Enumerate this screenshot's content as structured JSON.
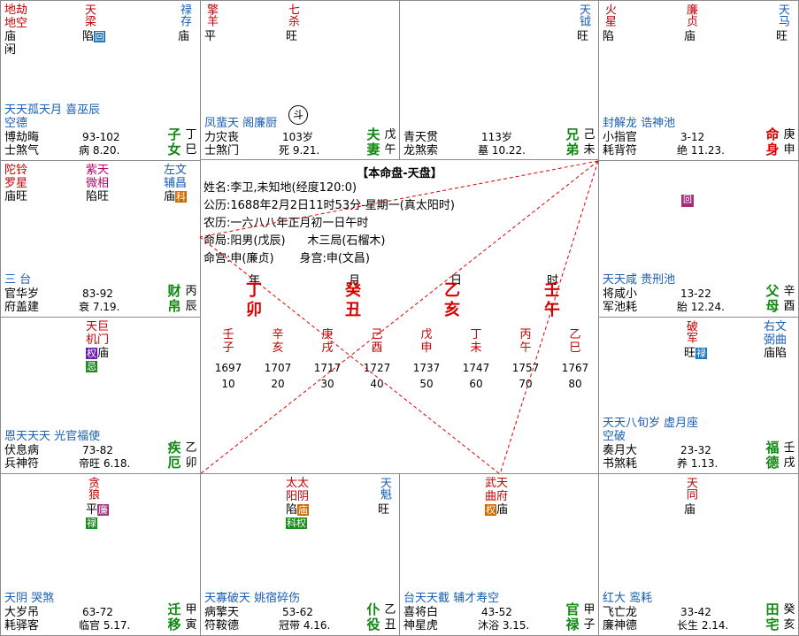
{
  "cells": {
    "si": {
      "stars_left": [
        {
          "nm": "地劫",
          "br": "庙"
        },
        {
          "nm": "地空",
          "br": "闲"
        }
      ],
      "stars_mid": [
        {
          "nm": "天梁",
          "br": "陷",
          "tag": "回"
        }
      ],
      "stars_right": [
        {
          "nm": "禄存",
          "br": "庙"
        }
      ],
      "minor": "天天孤天月 喜巫辰空德",
      "bot1": "博劫晦",
      "bot2": "士煞气",
      "age": "93-102",
      "phase": "病 8.20.",
      "palace": "子女",
      "gz1": "丁",
      "gz2": "巳"
    },
    "wu": {
      "stars_left": [
        {
          "nm": "擎羊",
          "br": "平"
        }
      ],
      "stars_mid": [
        {
          "nm": "七杀",
          "br": "旺"
        }
      ],
      "minor": "凤蜚天 阁廉厨",
      "bot1": "力灾丧",
      "bot2": "士煞门",
      "age": "103岁",
      "phase": "死 9.21.",
      "palace": "夫妻",
      "gz1": "戊",
      "gz2": "午",
      "circ": "斗"
    },
    "wei": {
      "stars_right": [
        {
          "nm": "天钺",
          "br": "旺"
        }
      ],
      "minor": "",
      "bot1": "青天贯",
      "bot2": "龙煞索",
      "age": "113岁",
      "phase": "墓 10.22.",
      "palace": "兄弟",
      "gz1": "己",
      "gz2": "未"
    },
    "shen": {
      "stars_left": [
        {
          "nm": "火星",
          "br": "陷"
        }
      ],
      "stars_mid": [
        {
          "nm": "廉贞",
          "br": "庙"
        }
      ],
      "stars_right": [
        {
          "nm": "天马",
          "br": "旺"
        }
      ],
      "minor": "封解龙 诰神池",
      "bot1": "小指官",
      "bot2": "耗背符",
      "age": "3-12",
      "phase": "绝 11.23.",
      "palace": "命身",
      "gz1": "庚",
      "gz2": "申"
    },
    "chen": {
      "stars_left": [
        {
          "nm": "陀铃",
          "br": "庙旺"
        },
        {
          "nm": "罗星",
          "br": ""
        }
      ],
      "stars_mid": [
        {
          "nm": "紫天",
          "br": "陷旺"
        },
        {
          "nm": "微相",
          "br": ""
        }
      ],
      "stars_right": [
        {
          "nm": "左文",
          "br": "庙"
        },
        {
          "nm": "辅昌",
          "br": ""
        }
      ],
      "minor": "三 台",
      "bot1": "官华岁",
      "bot2": "府盖建",
      "age": "83-92",
      "phase": "衰 7.19.",
      "palace": "财帛",
      "gz1": "丙",
      "gz2": "辰"
    },
    "you": {
      "minor": "天天咸 贵刑池",
      "bot1": "将咸小",
      "bot2": "军池耗",
      "age": "13-22",
      "phase": "胎 12.24.",
      "palace": "父母",
      "gz1": "辛",
      "gz2": "酉",
      "mark": "回"
    },
    "mao": {
      "stars_mid": [
        {
          "nm": "天巨",
          "br": "庙"
        },
        {
          "nm": "机门",
          "br": ""
        }
      ],
      "minor": "恩天天天 光官福使",
      "bot1": "伏息病",
      "bot2": "兵神符",
      "age": "73-82",
      "phase": "帝旺 6.18.",
      "palace": "疾厄",
      "gz1": "乙",
      "gz2": "卯"
    },
    "xu": {
      "stars_mid": [
        {
          "nm": "破军",
          "br": "旺"
        }
      ],
      "stars_right": [
        {
          "nm": "右文",
          "br": "庙陷"
        },
        {
          "nm": "弼曲",
          "br": ""
        }
      ],
      "minor": "天天八旬岁 虚月座空破",
      "bot1": "奏月大",
      "bot2": "书煞耗",
      "age": "23-32",
      "phase": "养 1.13.",
      "palace": "福德",
      "gz1": "壬",
      "gz2": "戌"
    },
    "yin": {
      "stars_mid": [
        {
          "nm": "贪狼",
          "br": "平"
        }
      ],
      "minor": "天阴 哭煞",
      "bot1": "大岁吊",
      "bot2": "耗驿客",
      "age": "63-72",
      "phase": "临官 5.17.",
      "palace": "迁移",
      "gz1": "甲",
      "gz2": "寅"
    },
    "chou": {
      "stars_mid": [
        {
          "nm": "太太",
          "br": "陷"
        },
        {
          "nm": "阳阴",
          "br": ""
        }
      ],
      "stars_right": [
        {
          "nm": "天魁",
          "br": "旺"
        }
      ],
      "minor": "天寡破天 姚宿碎伤",
      "bot1": "病擎天",
      "bot2": "符鞍德",
      "age": "53-62",
      "phase": "冠带 4.16.",
      "palace": "仆役",
      "gz1": "乙",
      "gz2": "丑"
    },
    "zi": {
      "stars_mid": [
        {
          "nm": "武天",
          "br": "庙"
        },
        {
          "nm": "曲府",
          "br": ""
        }
      ],
      "minor": "台天天截 辅才寿空",
      "bot1": "喜将白",
      "bot2": "神星虎",
      "age": "43-52",
      "phase": "沐浴 3.15.",
      "palace": "官禄",
      "gz1": "甲",
      "gz2": "子"
    },
    "hai": {
      "stars_mid": [
        {
          "nm": "天同",
          "br": "庙"
        }
      ],
      "minor": "红大 鸾耗",
      "bot1": "飞亡龙",
      "bot2": "廉神德",
      "age": "33-42",
      "phase": "长生 2.14.",
      "palace": "田宅",
      "gz1": "癸",
      "gz2": "亥"
    }
  },
  "center": {
    "title": "【本命盘-天盘】",
    "name": "姓名:李卫,未知地(经度120:0)",
    "solar": "公历:1688年2月2日11时53分-星期一(真太阳时)",
    "lunar": "农历:一六八八年正月初一日午时",
    "ju": "命局:阳男(戊辰)      木三局(石榴木)",
    "gong": "命宫:申(廉贞)       身宫:申(文昌)",
    "pillar_labels": [
      "年",
      "月",
      "日",
      "时"
    ],
    "pillars": [
      [
        "丁",
        "卯"
      ],
      [
        "癸",
        "丑"
      ],
      [
        "乙",
        "亥"
      ],
      [
        "壬",
        "午"
      ]
    ],
    "dayun": [
      {
        "g": "壬",
        "z": "子",
        "yr": "1697",
        "age": "10"
      },
      {
        "g": "辛",
        "z": "亥",
        "yr": "1707",
        "age": "20"
      },
      {
        "g": "庚",
        "z": "戌",
        "yr": "1717",
        "age": "30"
      },
      {
        "g": "己",
        "z": "酉",
        "yr": "1727",
        "age": "40"
      },
      {
        "g": "戊",
        "z": "申",
        "yr": "1737",
        "age": "50"
      },
      {
        "g": "丁",
        "z": "未",
        "yr": "1747",
        "age": "60"
      },
      {
        "g": "丙",
        "z": "午",
        "yr": "1757",
        "age": "70"
      },
      {
        "g": "乙",
        "z": "巳",
        "yr": "1767",
        "age": "80"
      }
    ]
  },
  "tags": {
    "si_tian_liang": "回",
    "chen_wen_chang": "科",
    "mao_tian_ji": "权",
    "mao_tian_ji2": "忌",
    "xu_po_jun": "禄",
    "yin_tan_lang": "廉",
    "yin_tan_lang2": "禄",
    "chou_tai_yin": "庙",
    "chou_tai_yin2": "科权",
    "zi_wu_qu": "权"
  }
}
